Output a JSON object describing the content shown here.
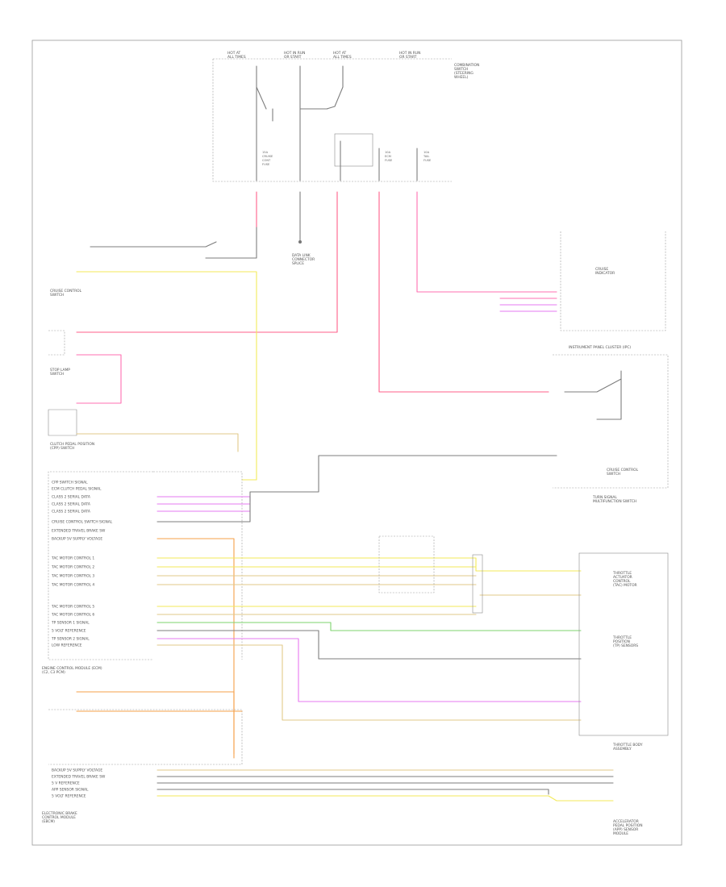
{
  "diagram": {
    "footer_id": "",
    "fuse_block": {
      "title": [
        "COMBINATION",
        "SWITCH",
        "(STEERING",
        "WHEEL)"
      ],
      "fuses": [
        {
          "top": [
            "HOT AT",
            "ALL TIMES"
          ],
          "rating": "15A",
          "name": [
            "CRUISE",
            "CONT",
            "FUSE"
          ]
        },
        {
          "top": [
            "HOT IN RUN",
            "OR START"
          ],
          "rating": "10A",
          "name": [
            "ECM",
            "FUSE"
          ]
        },
        {
          "top": [
            "HOT AT",
            "ALL TIMES"
          ],
          "rating": "10A",
          "name": [
            "TAIL",
            "FUSE"
          ]
        },
        {
          "top": [
            "HOT IN RUN",
            "OR START"
          ],
          "rating": "",
          "name": []
        }
      ]
    },
    "left_labels": {
      "cruise_switch": [
        "CRUISE CONTROL",
        "SWITCH"
      ],
      "brake_switch": [
        "STOP LAMP",
        "SWITCH"
      ],
      "clutch_switch": [
        "CLUTCH PEDAL POSITION",
        "(CPP) SWITCH"
      ],
      "engine_control_module": [
        "ENGINE CONTROL MODULE (ECM)",
        "(C2, C3 PCM)"
      ],
      "electronic_module": [
        "ELECTRONIC BRAKE",
        "CONTROL MODULE",
        "(EBCM)"
      ]
    },
    "ecm_pins": [
      "CPP SWITCH SIGNAL",
      "ECM CLUTCH PEDAL SIGNAL",
      "CLASS 2 SERIAL DATA",
      "CLASS 2 SERIAL DATA",
      "CLASS 2 SERIAL DATA",
      "CRUISE CONTROL SWITCH SIGNAL",
      "EXTENDED TRAVEL BRAKE SW",
      "BACKUP 5V SUPPLY VOLTAGE",
      "",
      "TAC MOTOR CONTROL 1",
      "TAC MOTOR CONTROL 2",
      "TAC MOTOR CONTROL 3",
      "TAC MOTOR CONTROL 4",
      "",
      "TAC MOTOR CONTROL 5",
      "TAC MOTOR CONTROL 6",
      "TP SENSOR 1 SIGNAL",
      "5 VOLT REFERENCE",
      "TP SENSOR 2 SIGNAL",
      "LOW REFERENCE"
    ],
    "ebcm_pins": [
      "BACKUP 5V SUPPLY VOLTAGE",
      "EXTENDED TRAVEL BRAKE SW",
      "5 V REFERENCE",
      "APP SENSOR SIGNAL",
      "5 VOLT REFERENCE"
    ],
    "right_labels": {
      "cruise_ind": [
        "CRUISE",
        "INDICATOR"
      ],
      "ipc": "INSTRUMENT PANEL CLUSTER (IPC)",
      "cruise_switch2": [
        "CRUISE CONTROL",
        "SWITCH"
      ],
      "multifunction": [
        "TURN SIGNAL",
        "MULTIFUNCTION SWITCH"
      ],
      "tac_actuator": [
        "THROTTLE",
        "ACTUATOR",
        "CONTROL",
        "(TAC) MOTOR"
      ],
      "tp_sensors": [
        "THROTTLE",
        "POSITION",
        "(TP) SENSORS"
      ],
      "throttle_body": [
        "THROTTLE BODY",
        "ASSEMBLY"
      ],
      "pedal_module": [
        "ACCELERATOR",
        "PEDAL POSITION",
        "(APP) SENSOR",
        "MODULE"
      ]
    },
    "splice_labels": [
      "DATA LINK",
      "CONNECTOR",
      "SPLICE"
    ]
  }
}
